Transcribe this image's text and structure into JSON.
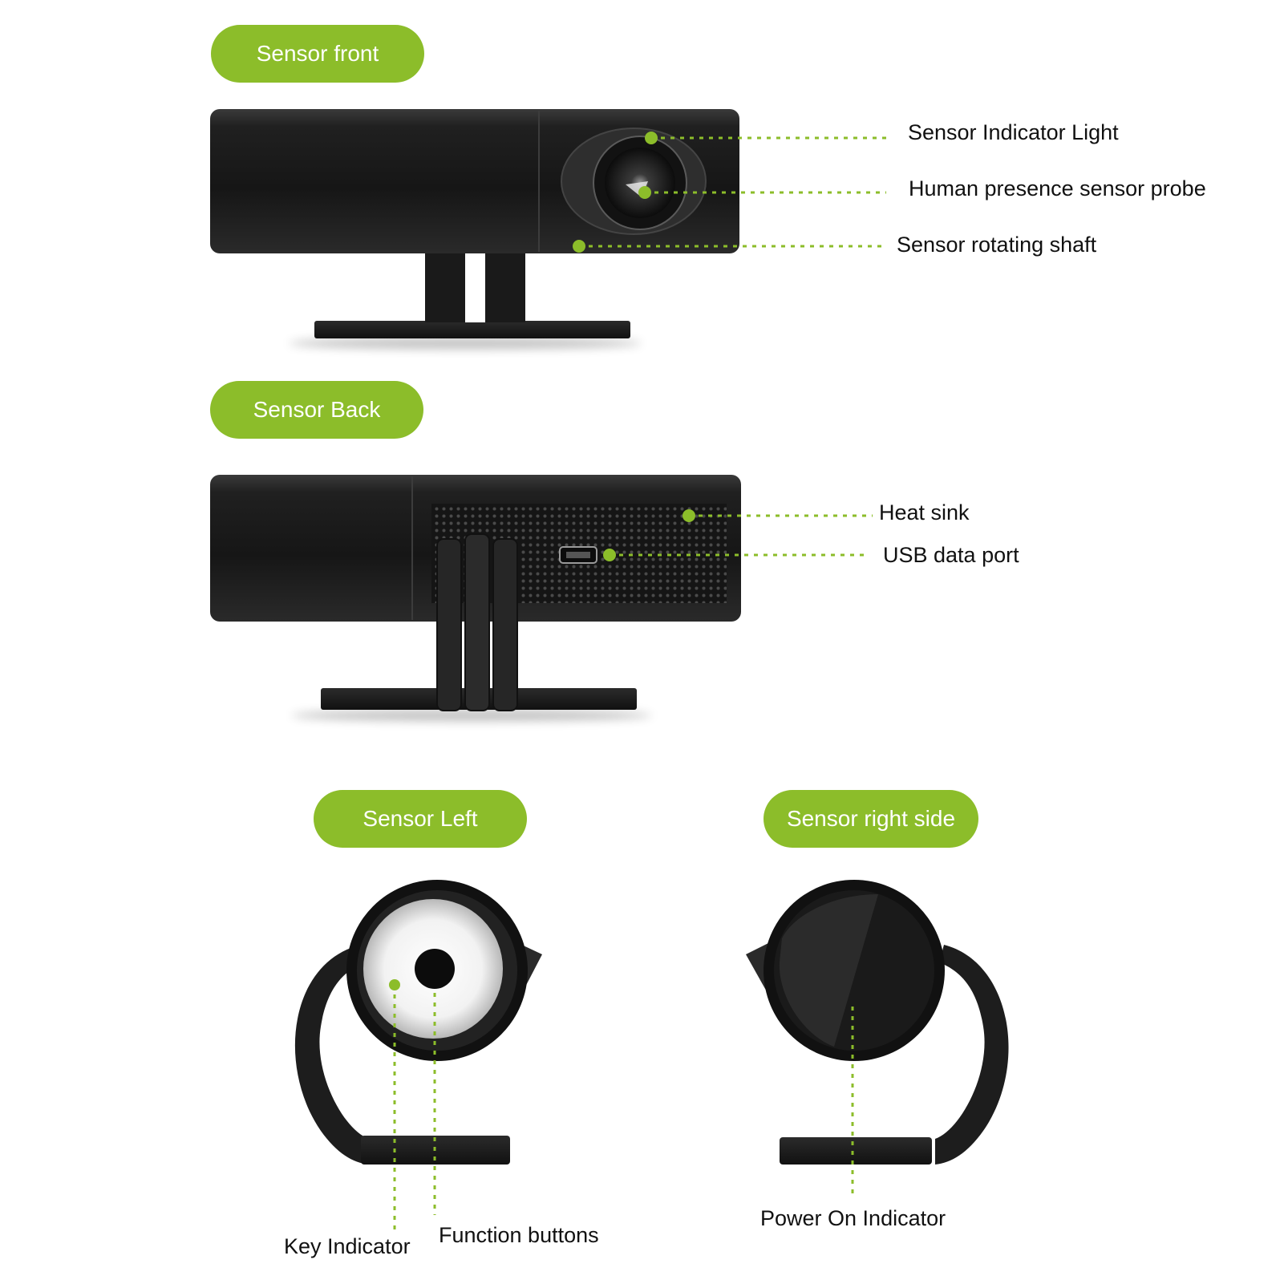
{
  "colors": {
    "accent": "#8cbd2a",
    "device_body": "#1f1f1f",
    "background": "#ffffff",
    "label_text": "#111111"
  },
  "sections": {
    "front": {
      "title": "Sensor front"
    },
    "back": {
      "title": "Sensor Back"
    },
    "left": {
      "title": "Sensor Left"
    },
    "right": {
      "title": "Sensor right side"
    }
  },
  "callouts": {
    "indicator_light": "Sensor Indicator Light",
    "presence_probe": "Human presence sensor probe",
    "rotating_shaft": "Sensor rotating shaft",
    "heat_sink": "Heat sink",
    "usb_port": "USB data port",
    "key_indicator": "Key Indicator",
    "function_buttons": "Function buttons",
    "power_indicator": "Power On Indicator"
  }
}
